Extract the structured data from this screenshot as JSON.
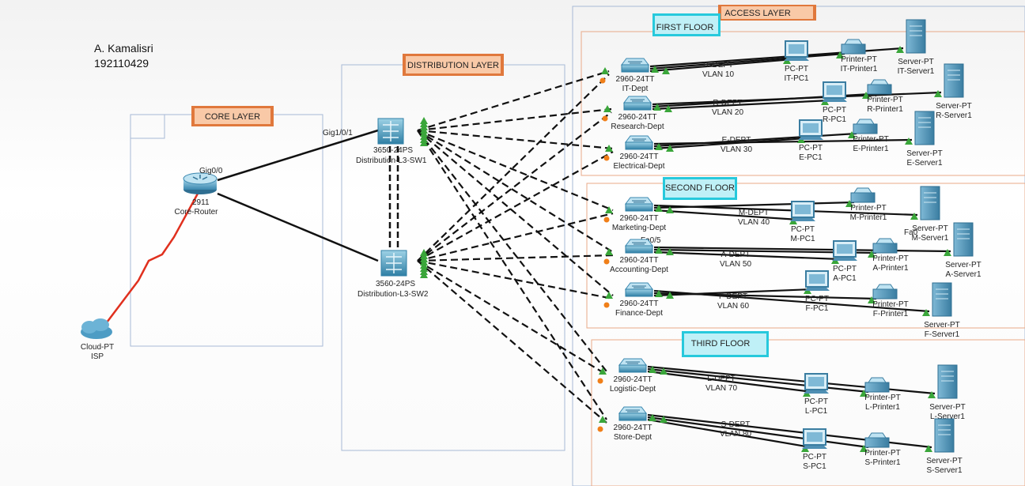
{
  "author": {
    "name": "A. Kamalisri",
    "id": "192110429"
  },
  "layers": {
    "core": "CORE LAYER",
    "distribution": "DISTRIBUTION LAYER",
    "access": "ACCESS LAYER"
  },
  "floors": {
    "first": "FIRST FLOOR",
    "second": "SECOND FLOOR",
    "third": "THIRD FLOOR"
  },
  "cloud": {
    "model": "Cloud-PT",
    "name": "ISP"
  },
  "router": {
    "model": "2911",
    "name": "Core-Router",
    "port": "Gig0/0"
  },
  "distribution": {
    "sw1": {
      "model": "3650-24PS",
      "name": "Distribution-L3-SW1",
      "port": "Gig1/0/1"
    },
    "sw2": {
      "model": "3560-24PS",
      "name": "Distribution-L3-SW2"
    }
  },
  "access_port_label": "Fa0/5",
  "depts": [
    {
      "switch_model": "2960-24TT",
      "switch_name": "IT-Dept",
      "dept": "IT-DEPT",
      "vlan": "VLAN 10",
      "pc_model": "PC-PT",
      "pc": "IT-PC1",
      "printer_model": "Printer-PT",
      "printer": "IT-Printer1",
      "server_model": "Server-PT",
      "server": "IT-Server1"
    },
    {
      "switch_model": "2960-24TT",
      "switch_name": "Research-Dept",
      "dept": "R-DEPT",
      "vlan": "VLAN 20",
      "pc_model": "PC-PT",
      "pc": "R-PC1",
      "printer_model": "Printer-PT",
      "printer": "R-Printer1",
      "server_model": "Server-PT",
      "server": "R-Server1"
    },
    {
      "switch_model": "2960-24TT",
      "switch_name": "Electrical-Dept",
      "dept": "E-DEPT",
      "vlan": "VLAN 30",
      "pc_model": "PC-PT",
      "pc": "E-PC1",
      "printer_model": "Printer-PT",
      "printer": "E-Printer1",
      "server_model": "Server-PT",
      "server": "E-Server1"
    },
    {
      "switch_model": "2960-24TT",
      "switch_name": "Marketing-Dept",
      "dept": "M-DEPT",
      "vlan": "VLAN 40",
      "pc_model": "PC-PT",
      "pc": "M-PC1",
      "printer_model": "Printer-PT",
      "printer": "M-Printer1",
      "server_model": "Server-PT",
      "server": "M-Server1"
    },
    {
      "switch_model": "2960-24TT",
      "switch_name": "Accounting-Dept",
      "dept": "A-DEPT",
      "vlan": "VLAN 50",
      "pc_model": "PC-PT",
      "pc": "A-PC1",
      "printer_model": "Printer-PT",
      "printer": "A-Printer1",
      "server_model": "Server-PT",
      "server": "A-Server1"
    },
    {
      "switch_model": "2960-24TT",
      "switch_name": "Finance-Dept",
      "dept": "F-DEPT",
      "vlan": "VLAN 60",
      "pc_model": "PC-PT",
      "pc": "F-PC1",
      "printer_model": "Printer-PT",
      "printer": "F-Printer1",
      "server_model": "Server-PT",
      "server": "F-Server1"
    },
    {
      "switch_model": "2960-24TT",
      "switch_name": "Logistic-Dept",
      "dept": "L-DEPT",
      "vlan": "VLAN 70",
      "pc_model": "PC-PT",
      "pc": "L-PC1",
      "printer_model": "Printer-PT",
      "printer": "L-Printer1",
      "server_model": "Server-PT",
      "server": "L-Server1"
    },
    {
      "switch_model": "2960-24TT",
      "switch_name": "Store-Dept",
      "dept": "S-DEPT",
      "vlan": "VLAN 80",
      "pc_model": "PC-PT",
      "pc": "S-PC1",
      "printer_model": "Printer-PT",
      "printer": "S-Printer1",
      "server_model": "Server-PT",
      "server": "S-Server1"
    }
  ],
  "colors": {
    "box_border": "#a7b9d6",
    "label_fill": "#f9c9a7",
    "label_border": "#e0783c",
    "floor_label_fill": "#bff0f7",
    "floor_label_border": "#27c9dc",
    "floor_border": "#e9a988",
    "serial_link": "#e0301e",
    "link_up": "#3aa63a",
    "link_blocked": "#f07f19"
  }
}
